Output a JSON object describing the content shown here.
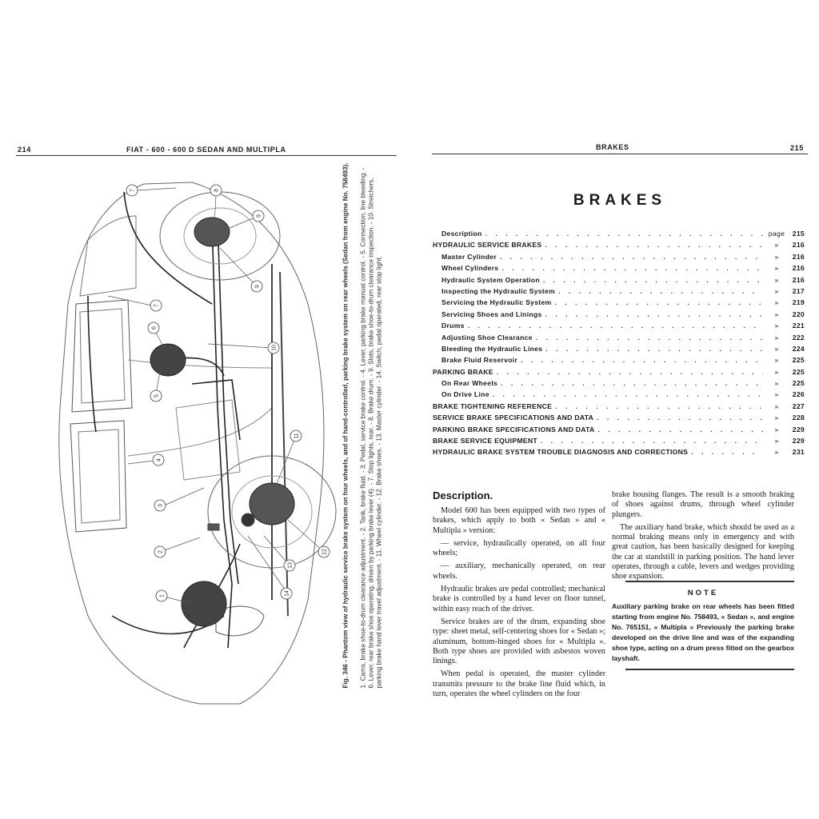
{
  "left_page": {
    "page_number": "214",
    "running_title": "FIAT - 600 - 600 D SEDAN AND MULTIPLA",
    "figure": {
      "caption_title": "Fig. 346 - Phantom view of hydraulic service brake system on four wheels, and of hand-controlled, parking brake system on rear wheels (Sedan from engine No. 758493).",
      "legend": "1. Cams, brake shoe-to-drum clearance adjustment. - 2. Tank, brake fluid. - 3. Pedal, service brake control. - 4. Lever, parking brake manual control. - 5. Connection, line bleeding. - 6. Lever, rear brake shoe operating, driven by parking brake lever (4). - 7. Stop lights, rear. - 8. Brake drum. - 9. Slots, brake shoe-to-drum clearance inspection. - 10. Streichers, parking brake hand lever travel adjustment. - 11. Wheel cylinder. - 12. Brake shoes. - 13. Master cylinder. - 14. Switch, pedal operated, rear stop light.",
      "callouts": [
        "7",
        "8",
        "9",
        "9",
        "7",
        "6",
        "10",
        "5",
        "4",
        "11",
        "3",
        "2",
        "12",
        "13",
        "14",
        "1"
      ]
    }
  },
  "right_page": {
    "running_title": "BRAKES",
    "page_number": "215",
    "chapter_title": "BRAKES",
    "toc": [
      {
        "label": "Description",
        "level": "sub0",
        "prefix": "page",
        "page": "215"
      },
      {
        "label": "HYDRAULIC SERVICE BRAKES",
        "level": "main",
        "prefix": "»",
        "page": "216"
      },
      {
        "label": "Master Cylinder",
        "level": "sub",
        "prefix": "»",
        "page": "216"
      },
      {
        "label": "Wheel Cylinders",
        "level": "sub",
        "prefix": "»",
        "page": "216"
      },
      {
        "label": "Hydraulic System Operation",
        "level": "sub",
        "prefix": "»",
        "page": "216"
      },
      {
        "label": "Inspecting the Hydraulic System",
        "level": "sub",
        "prefix": "»",
        "page": "217"
      },
      {
        "label": "Servicing the Hydraulic System",
        "level": "sub",
        "prefix": "»",
        "page": "219"
      },
      {
        "label": "Servicing Shoes and Linings",
        "level": "sub",
        "prefix": "»",
        "page": "220"
      },
      {
        "label": "Drums",
        "level": "sub",
        "prefix": "»",
        "page": "221"
      },
      {
        "label": "Adjusting Shoe Clearance",
        "level": "sub",
        "prefix": "»",
        "page": "222"
      },
      {
        "label": "Bleeding the Hydraulic Lines",
        "level": "sub",
        "prefix": "»",
        "page": "224"
      },
      {
        "label": "Brake Fluid Reservoir",
        "level": "sub",
        "prefix": "»",
        "page": "225"
      },
      {
        "label": "PARKING BRAKE",
        "level": "main",
        "prefix": "»",
        "page": "225"
      },
      {
        "label": "On Rear Wheels",
        "level": "sub",
        "prefix": "»",
        "page": "225"
      },
      {
        "label": "On Drive Line",
        "level": "sub",
        "prefix": "»",
        "page": "226"
      },
      {
        "label": "BRAKE TIGHTENING REFERENCE",
        "level": "main",
        "prefix": "»",
        "page": "227"
      },
      {
        "label": "SERVICE BRAKE SPECIFICATIONS AND DATA",
        "level": "main",
        "prefix": "»",
        "page": "228"
      },
      {
        "label": "PARKING BRAKE SPECIFICATIONS AND DATA",
        "level": "main",
        "prefix": "»",
        "page": "229"
      },
      {
        "label": "BRAKE SERVICE EQUIPMENT",
        "level": "main",
        "prefix": "»",
        "page": "229"
      },
      {
        "label": "HYDRAULIC BRAKE SYSTEM TROUBLE DIAGNOSIS AND CORRECTIONS",
        "level": "main",
        "prefix": "»",
        "page": "231"
      }
    ],
    "description_heading": "Description.",
    "left_column": [
      "Model 600 has been equipped with two types of brakes, which apply to both « Sedan » and « Multipla » version:",
      "— service, hydraulically operated, on all four wheels;",
      "— auxiliary, mechanically operated, on rear wheels.",
      "Hydraulic brakes are pedal controlled; mechanical brake is controlled by a hand lever on floor tunnel, within easy reach of the driver.",
      "Service brakes are of the drum, expanding shoe type: sheet metal, self-centering shoes for « Sedan »; aluminum, bottom-hinged shoes for « Multipla ». Both type shoes are provided with asbestos woven linings.",
      "When pedal is operated, the master cylinder transmits pressure to the brake line fluid which, in turn, operates the wheel cylinders on the four"
    ],
    "right_column": [
      "brake housing flanges. The result is a smooth braking of shoes against drums, through wheel cylinder plungers.",
      "The auxiliary hand brake, which should be used as a normal braking means only in emergency and with great caution, has been basically designed for keeping the car at standstill in parking position. The hand lever operates, through a cable, levers and wedges providing shoe expansion."
    ],
    "note_heading": "NOTE",
    "note_text": "Auxiliary parking brake on rear wheels has been fitted starting from engine No. 758493, « Sedan », and engine No. 765151, « Multipla » Previously the parking brake developed on the drive line and was of the expanding shoe type, acting on a drum press fitted on the gearbox layshaft."
  }
}
